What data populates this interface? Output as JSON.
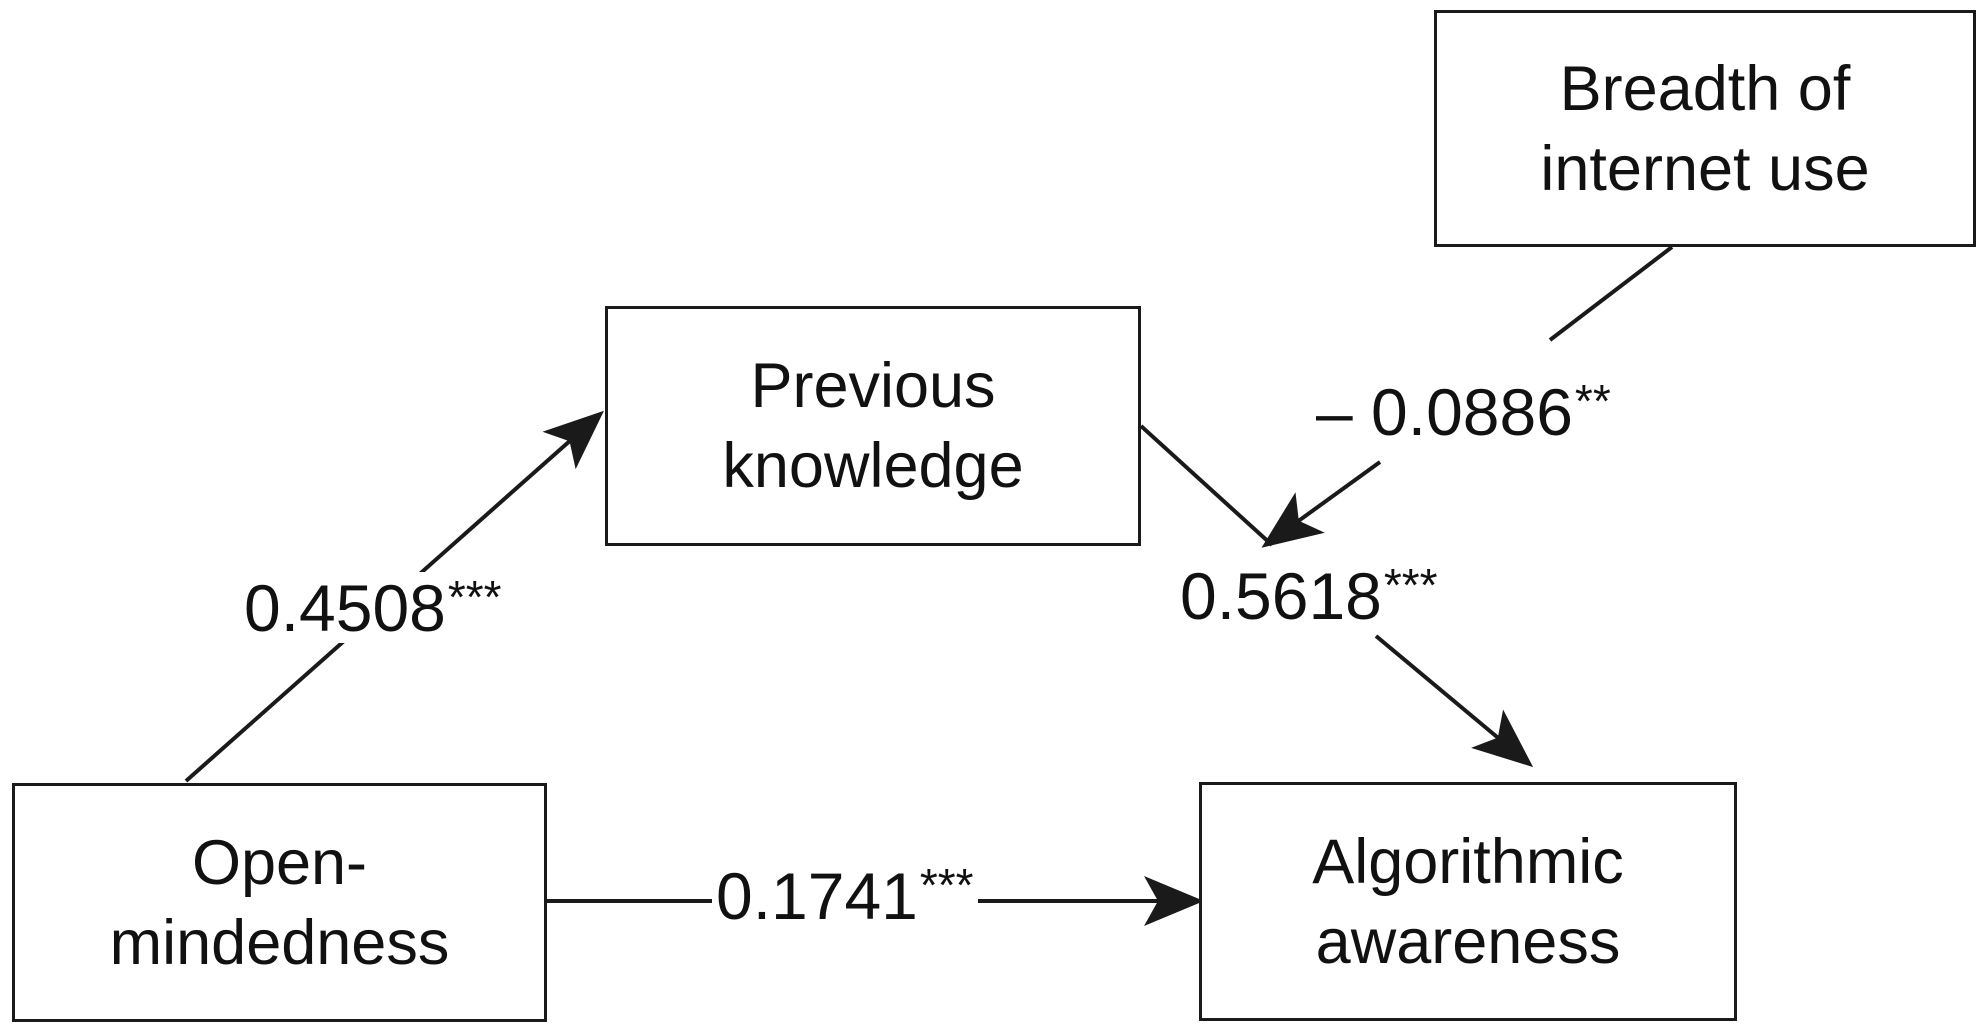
{
  "nodes": {
    "breadth": {
      "line1": "Breadth of",
      "line2": "internet use"
    },
    "previous": {
      "line1": "Previous",
      "line2": "knowledge"
    },
    "open": {
      "line1": "Open-",
      "line2": "mindedness"
    },
    "algo": {
      "line1": "Algorithmic",
      "line2": "awareness"
    }
  },
  "paths": {
    "open_to_previous": {
      "value": "0.4508",
      "stars": "***"
    },
    "previous_to_algo": {
      "value": "0.5618",
      "stars": "***"
    },
    "open_to_algo": {
      "value": "0.1741",
      "stars": "***"
    },
    "breadth_moderation": {
      "value": "– 0.0886",
      "stars": "**"
    }
  },
  "colors": {
    "line": "#1a1a1a",
    "text": "#111111",
    "background": "#ffffff"
  }
}
